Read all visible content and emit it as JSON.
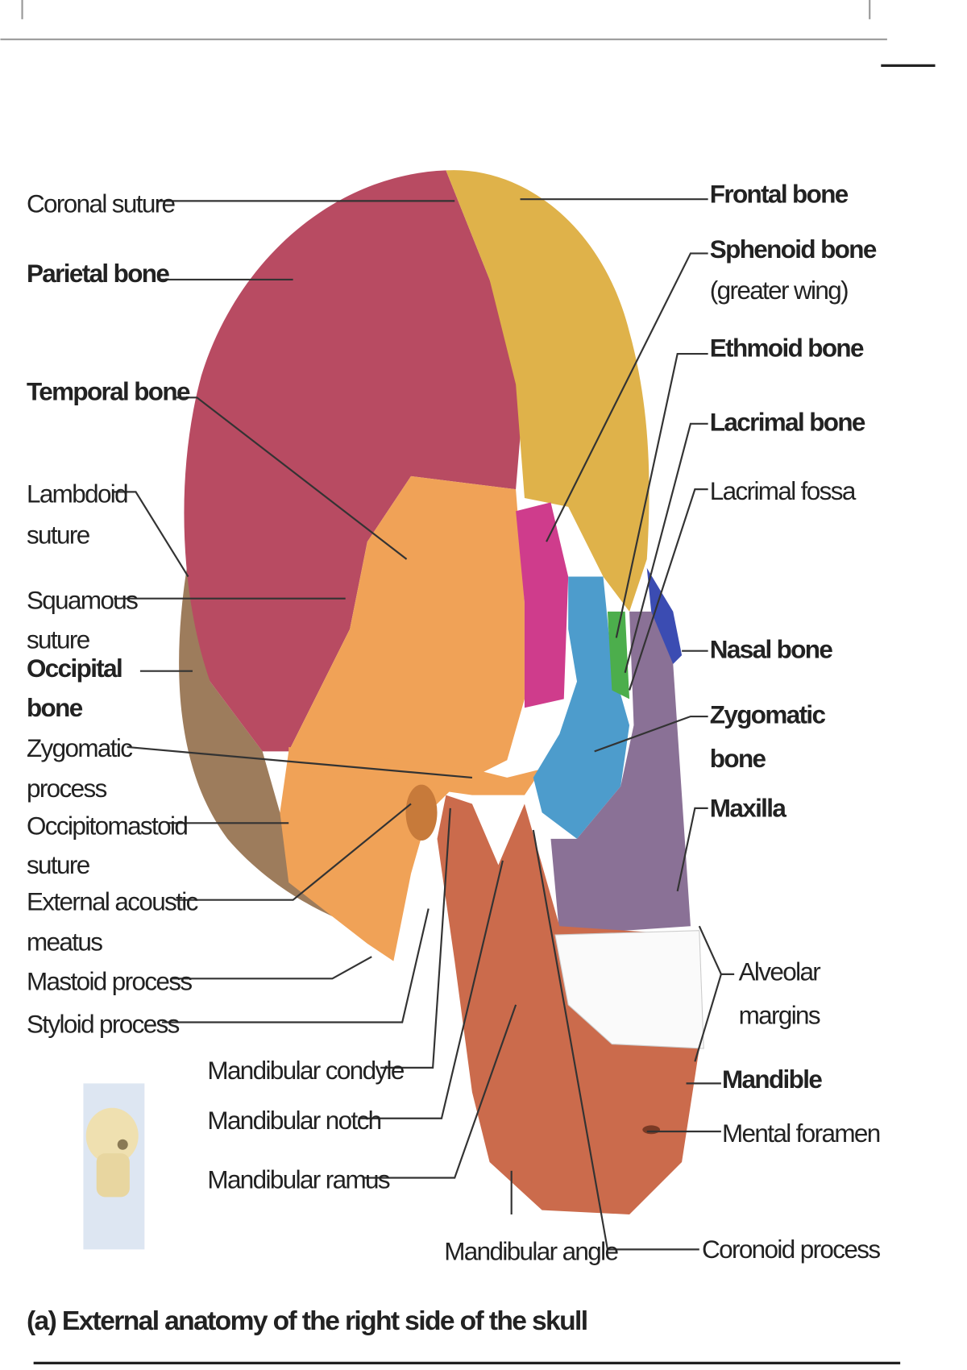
{
  "left_labels": {
    "coronal_suture": "Coronal suture",
    "parietal_bone": "Parietal bone",
    "temporal_bone": "Temporal bone",
    "lambdoid_1": "Lambdoid",
    "lambdoid_2": "suture",
    "squamous_1": "Squamous",
    "squamous_2": "suture",
    "occipital_1": "Occipital",
    "occipital_2": "bone",
    "zygomatic_process_1": "Zygomatic",
    "zygomatic_process_2": "process",
    "occipitomastoid_1": "Occipitomastoid",
    "occipitomastoid_2": "suture",
    "eam_1": "External acoustic",
    "eam_2": "meatus",
    "mastoid_process": "Mastoid process",
    "styloid_process": "Styloid process"
  },
  "bottom_labels": {
    "mandibular_condyle": "Mandibular condyle",
    "mandibular_notch": "Mandibular notch",
    "mandibular_ramus": "Mandibular ramus",
    "mandibular_angle": "Mandibular angle"
  },
  "right_labels": {
    "frontal_bone": "Frontal bone",
    "sphenoid_1": "Sphenoid bone",
    "sphenoid_2": "(greater wing)",
    "ethmoid_bone": "Ethmoid bone",
    "lacrimal_bone": "Lacrimal bone",
    "lacrimal_fossa": "Lacrimal fossa",
    "nasal_bone": "Nasal bone",
    "zygomatic_1": "Zygomatic",
    "zygomatic_2": "bone",
    "maxilla": "Maxilla",
    "alveolar_1": "Alveolar",
    "alveolar_2": "margins",
    "mandible": "Mandible",
    "mental_foramen": "Mental foramen",
    "coronoid_process": "Coronoid process"
  },
  "caption": "(a) External anatomy of the right side of the skull",
  "colors": {
    "parietal": "#b84b62",
    "frontal": "#dfb24a",
    "temporal": "#f0a257",
    "occipital": "#9d7c5c",
    "sphenoid": "#cf3c8c",
    "zygomatic": "#4d9ccc",
    "maxilla": "#8a7196",
    "mandible": "#cb6b4c",
    "nasal": "#3b4cb2",
    "ethmoid": "#4cae4c"
  }
}
